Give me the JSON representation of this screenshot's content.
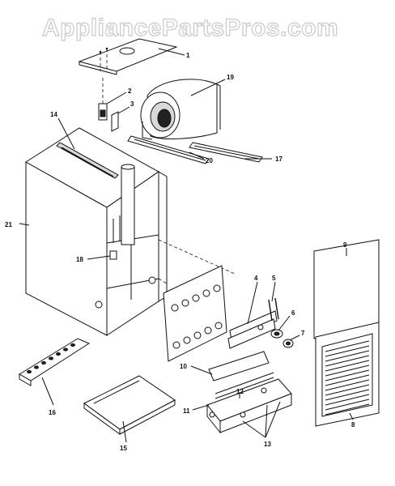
{
  "watermark": "AppliancePartsPros.com",
  "callouts": {
    "p1": "1",
    "p2": "2",
    "p3": "3",
    "p4": "4",
    "p5": "5",
    "p6": "6",
    "p7": "7",
    "p8": "8",
    "p9": "9",
    "p10": "10",
    "p11": "11",
    "p12": "12",
    "p13": "13",
    "p14": "14",
    "p15": "15",
    "p16": "16",
    "p17": "17",
    "p18": "18",
    "p19": "19",
    "p20": "20",
    "p21": "21"
  },
  "colors": {
    "line": "#111111",
    "watermark_outline": "#c9c9c9",
    "background": "#ffffff"
  }
}
